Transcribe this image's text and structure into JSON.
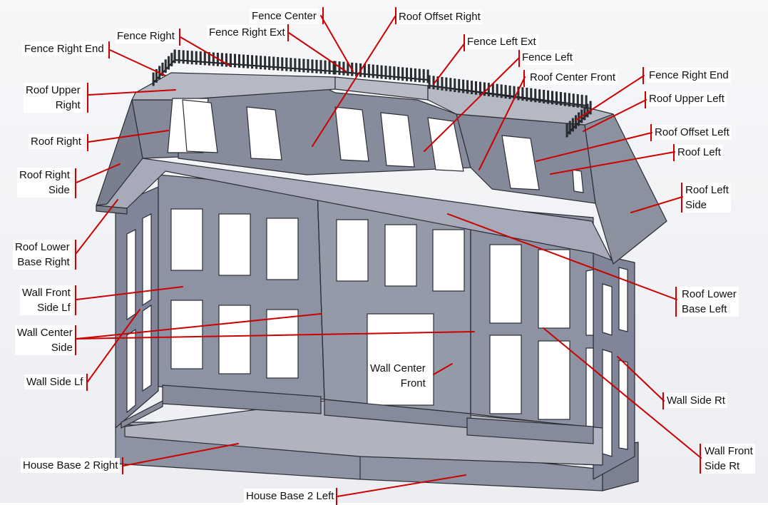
{
  "labels": {
    "fence_center": "Fence Center",
    "roof_offset_right": "Roof Offset Right",
    "fence_right": "Fence Right",
    "fence_right_ext": "Fence Right Ext",
    "fence_right_end_left": "Fence Right End",
    "fence_left_ext": "Fence Left Ext",
    "fence_left": "Fence Left",
    "roof_center_front": "Roof Center Front",
    "fence_right_end_right": "Fence Right End",
    "roof_upper_right": [
      "Roof Upper",
      "Right"
    ],
    "roof_upper_left": "Roof Upper Left",
    "roof_right": "Roof Right",
    "roof_offset_left": "Roof Offset Left",
    "roof_left": "Roof Left",
    "roof_right_side": [
      "Roof Right",
      "Side"
    ],
    "roof_left_side": [
      "Roof Left",
      "Side"
    ],
    "roof_lower_base_right": [
      "Roof Lower",
      "Base Right"
    ],
    "roof_lower_base_left": [
      "Roof Lower",
      "Base Left"
    ],
    "wall_front_side_lf": [
      "Wall Front",
      "Side Lf"
    ],
    "wall_center_side": [
      "Wall Center",
      "Side"
    ],
    "wall_center_front": [
      "Wall Center",
      "Front"
    ],
    "wall_side_lf": "Wall Side Lf",
    "wall_side_rt": "Wall Side Rt",
    "wall_front_side_rt": [
      "Wall Front",
      "Side Rt"
    ],
    "house_base_2_right": "House Base 2 Right",
    "house_base_2_left": "House Base 2 Left"
  },
  "colors": {
    "leader_line": "#cc0000",
    "wall_face": "#8e93a3",
    "roof_face": "#858a9a",
    "top_face": "#a3a8b6",
    "edge": "#2b2d33",
    "window": "#ffffff"
  }
}
